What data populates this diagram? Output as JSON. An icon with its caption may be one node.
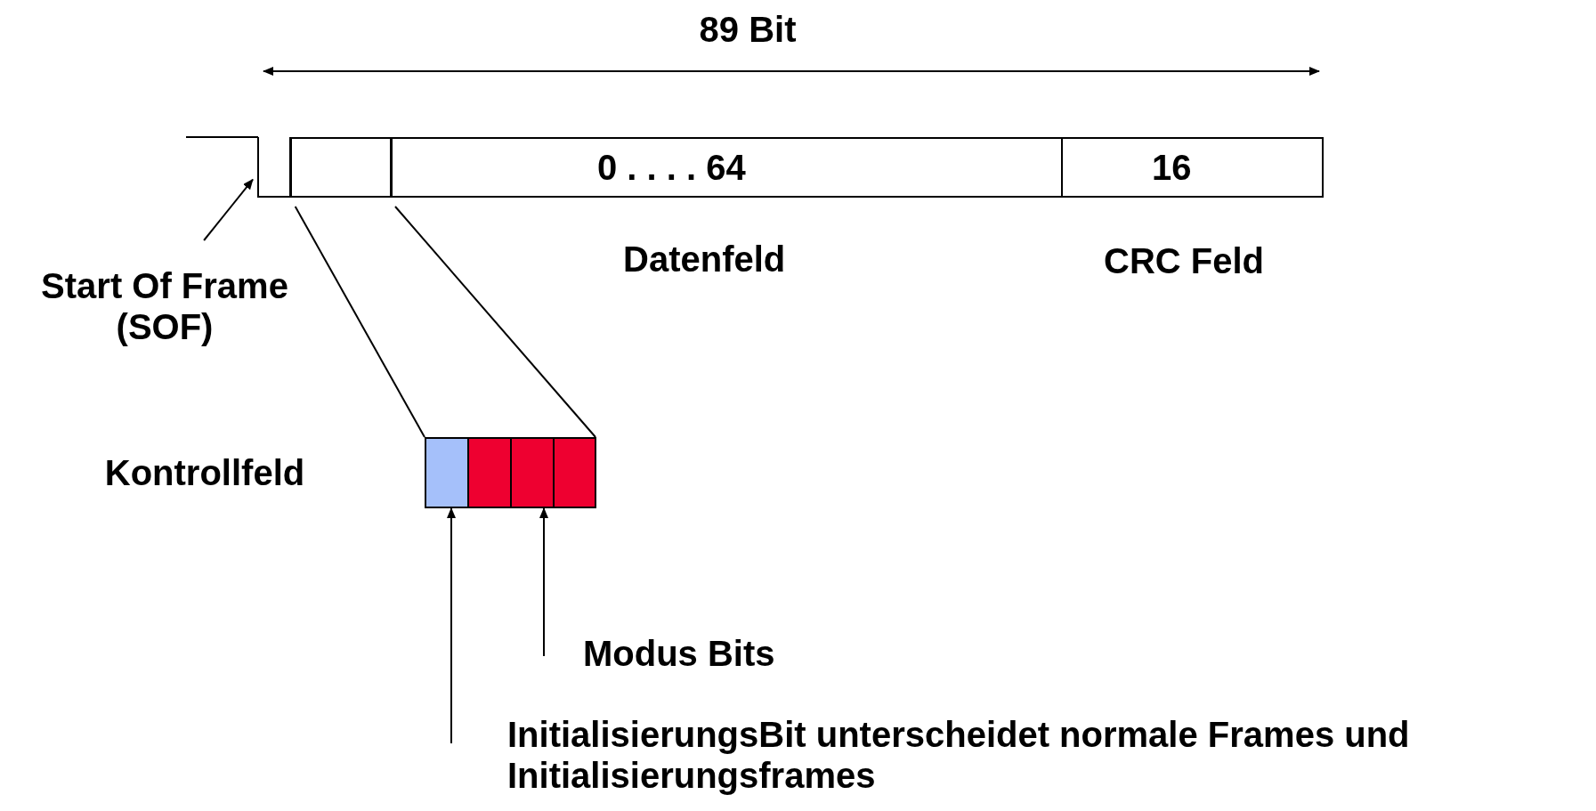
{
  "diagram": {
    "nodes": [
      {
        "text": [],
        "shape": "box"
      },
      {
        "text": [],
        "shape": "box"
      },
      {
        "text": [
          "0 . . . . 64"
        ],
        "beside": [
          "Datenfeld"
        ]
      },
      {
        "text": [
          "16"
        ],
        "beside": [
          "CRC Feld"
        ]
      },
      {
        "text": [
          "Start Of Frame (SOF)"
        ]
      },
      {
        "text": [],
        "shape": "box"
      },
      {
        "text": [],
        "shape": "box",
        "in": 5
      },
      {
        "text": [],
        "shape": "box",
        "in": 5
      },
      {
        "text": [],
        "shape": "box",
        "in": 5
      },
      {
        "text": [],
        "shape": "box",
        "in": 5
      },
      {
        "text": [
          "Modus Bits"
        ]
      },
      {
        "text": [
          "InitialisierungsBit unterscheidet normale Frames und Initialisierungsframes"
        ]
      }
    ],
    "edges": [
      {
        "from": 4,
        "to": 0,
        "arrow": "to"
      },
      {
        "from": 1,
        "to": 5,
        "arrow": "none"
      },
      {
        "from": 1,
        "to": 5,
        "arrow": "none"
      },
      {
        "from": 10,
        "to": 8,
        "arrow": "to"
      },
      {
        "from": 11,
        "to": 6,
        "arrow": "to"
      }
    ],
    "labels": [
      "89 Bit",
      "Kontrollfeld"
    ]
  }
}
